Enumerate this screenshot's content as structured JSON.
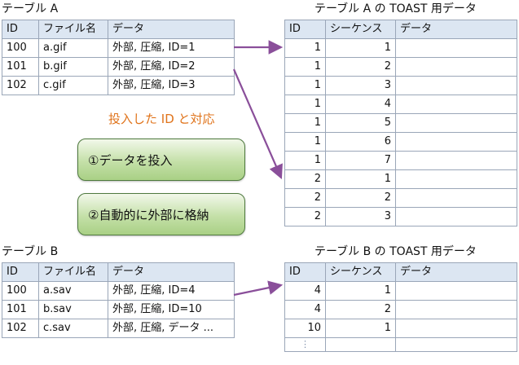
{
  "sections": {
    "table_a_title": "テーブル A",
    "toast_a_title": "テーブル A の TOAST 用データ",
    "table_b_title": "テーブル B",
    "toast_b_title": "テーブル B の TOAST 用データ"
  },
  "headers": {
    "id": "ID",
    "filename": "ファイル名",
    "data": "データ",
    "sequence": "シーケンス"
  },
  "table_a": [
    [
      "100",
      "a.gif",
      "外部, 圧縮, ID=1"
    ],
    [
      "101",
      "b.gif",
      "外部, 圧縮, ID=2"
    ],
    [
      "102",
      "c.gif",
      "外部, 圧縮, ID=3"
    ]
  ],
  "table_b": [
    [
      "100",
      "a.sav",
      "外部, 圧縮, ID=4"
    ],
    [
      "101",
      "b.sav",
      "外部, 圧縮, ID=10"
    ],
    [
      "102",
      "c.sav",
      "外部, 圧縮, データ ..."
    ]
  ],
  "toast_a": [
    [
      "1",
      "1",
      ""
    ],
    [
      "1",
      "2",
      ""
    ],
    [
      "1",
      "3",
      ""
    ],
    [
      "1",
      "4",
      ""
    ],
    [
      "1",
      "5",
      ""
    ],
    [
      "1",
      "6",
      ""
    ],
    [
      "1",
      "7",
      ""
    ],
    [
      "2",
      "1",
      ""
    ],
    [
      "2",
      "2",
      ""
    ],
    [
      "2",
      "3",
      ""
    ]
  ],
  "toast_b": [
    [
      "4",
      "1",
      ""
    ],
    [
      "4",
      "2",
      ""
    ],
    [
      "10",
      "1",
      ""
    ]
  ],
  "ellipsis": "⋮",
  "note": "投入した ID と対応",
  "steps": [
    "①データを投入",
    "②自動的に外部に格納"
  ],
  "colors": {
    "arrow": "#8a4f9a",
    "note": "#e0741c",
    "header": "#dce6f2"
  }
}
